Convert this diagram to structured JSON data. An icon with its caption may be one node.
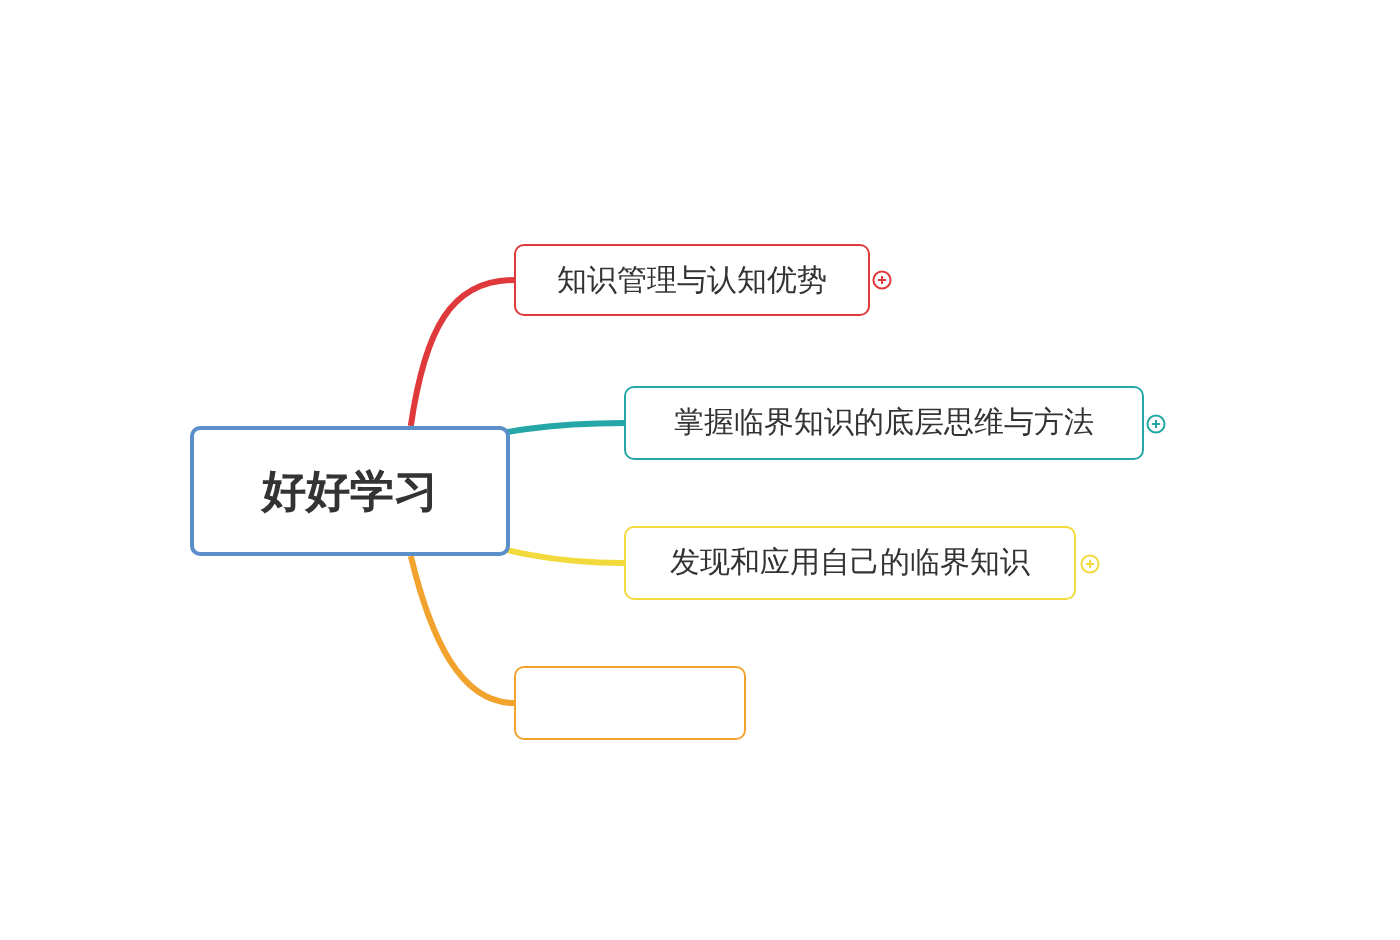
{
  "diagram": {
    "nodes": [
      {
        "text": [
          "好好学习"
        ]
      },
      {
        "text": [
          "知识管理与认知优势"
        ]
      },
      {
        "text": [
          "掌握临界知识的底层思维与方法"
        ]
      },
      {
        "text": [
          "发现和应用自己的临界知识"
        ]
      },
      {
        "text": [],
        "shape": "box"
      }
    ],
    "edges": [
      {
        "from": 0,
        "to": 1,
        "arrow": "none",
        "color": "#e0393c"
      },
      {
        "from": 0,
        "to": 2,
        "arrow": "none",
        "color": "#26a7a7"
      },
      {
        "from": 0,
        "to": 3,
        "arrow": "none",
        "color": "#f3da3c"
      },
      {
        "from": 0,
        "to": 4,
        "arrow": "none",
        "color": "#f1a32e"
      }
    ]
  }
}
